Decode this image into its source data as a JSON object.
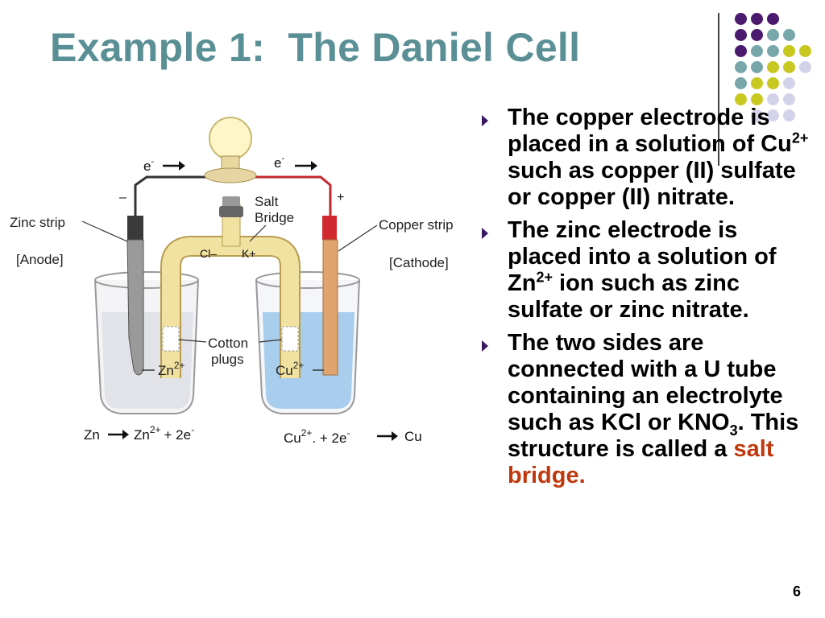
{
  "title": "Example 1:  The Daniel Cell",
  "page_number": "6",
  "colors": {
    "title": "#5b8f96",
    "highlight": "#c0390e",
    "bullet": "#3a1860",
    "dot_purple": "#4b1a6e",
    "dot_teal": "#78a7ab",
    "dot_lime": "#c8c820",
    "dot_lilac": "#d4d2ea"
  },
  "bullets": [
    {
      "pre": "The copper electrode is placed in a solution of Cu",
      "sup": "2+",
      "post": " such as copper (II) sulfate or copper (II) nitrate."
    },
    {
      "pre": "The zinc electrode is placed into a solution of Zn",
      "sup": "2+",
      "post": " ion such as zinc sulfate or zinc nitrate."
    },
    {
      "pre": "The two sides are connected with a U tube containing an electrolyte such as KCl or KNO",
      "sub": "3",
      "post": ".  This structure is called a ",
      "highlight": "salt bridge."
    }
  ],
  "diagram": {
    "electron_left": "e",
    "electron_right": "e",
    "electron_sup": "-",
    "minus_sign": "–",
    "plus_sign": "+",
    "zinc_strip": "Zinc strip",
    "anode": "[Anode]",
    "copper_strip": "Copper strip",
    "cathode": "[Cathode]",
    "salt": "Salt",
    "bridge": "Bridge",
    "cl_ion": "Cl–",
    "k_ion": "K+",
    "cotton": "Cotton",
    "plugs": "plugs",
    "zn_ion": "Zn",
    "zn_ion_sup": "2+",
    "cu_ion": "Cu",
    "cu_ion_sup": "2+",
    "eq_left_zn": "Zn",
    "eq_left_zn2": "Zn",
    "eq_left_sup": "2+",
    "eq_left_tail": "+ 2e",
    "eq_e_sup": "-",
    "eq_right_cu": "Cu",
    "eq_right_sup": "2+",
    "eq_right_mid": ". + 2e",
    "eq_right_cu2": "Cu"
  }
}
